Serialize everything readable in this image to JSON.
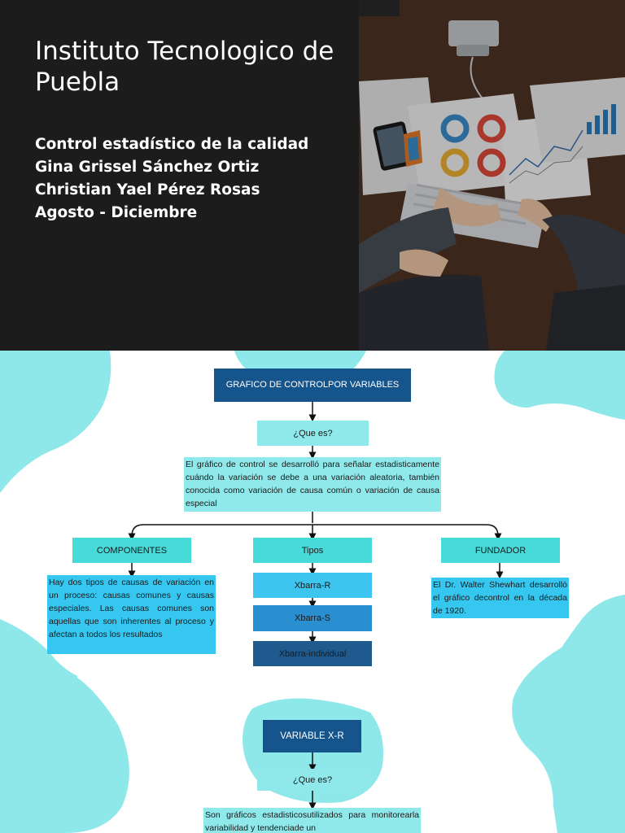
{
  "header": {
    "title": "Instituto Tecnologico de Puebla",
    "subtitle_lines": [
      "Control estadístico de la calidad",
      "Gina Grissel Sánchez Ortiz",
      "Christian Yael Pérez Rosas",
      "Agosto - Diciembre"
    ]
  },
  "diagram": {
    "root": "GRAFICO DE CONTROLPOR VARIABLES",
    "question": "¿Que es?",
    "definition": "El gráfico de control se desarrolló para señalar estadisticamente cuándo la variación se debe a una variación aleatoria, también conocida como variación de causa común o variación de causa especial",
    "branches": {
      "componentes": {
        "label": "COMPONENTES",
        "text": "Hay dos tipos de causas de variación en un proceso: causas comunes y causas especiales. Las causas comunes son aquellas que son inherentes al proceso y afectan a todos los resultados"
      },
      "tipos": {
        "label": "Tipos",
        "items": [
          "Xbarra-R",
          "Xbarra-S",
          "Xbarra-individual"
        ]
      },
      "fundador": {
        "label": "FUNDADOR",
        "text": "El Dr. Walter Shewhart desarrolló el gráfico decontrol en la década de 1920."
      }
    },
    "second": {
      "title": "VARIABLE X-R",
      "question": "¿Que es?",
      "definition": "Son gráficos estadisticosutilizados para monitorearla variabilidad y tendenciade un"
    }
  },
  "colors": {
    "header_bg": "#1c1c1c",
    "blob": "#8ee8ea",
    "dark_box": "#16548c",
    "pale_box": "#8fe8ea",
    "teal_box": "#46dbd9",
    "sky_box": "#35c7f0"
  }
}
